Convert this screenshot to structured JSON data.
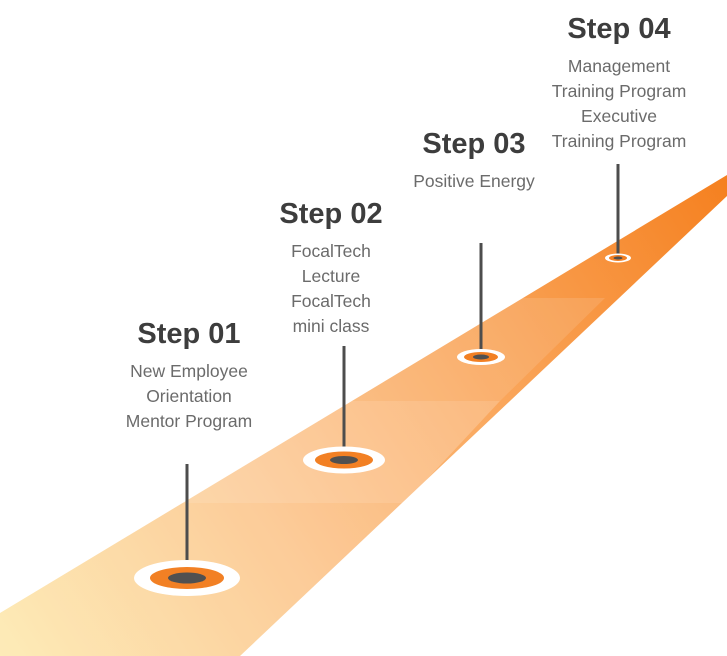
{
  "steps": [
    {
      "title": "Step 01",
      "lines": [
        "New Employee",
        "Orientation",
        "Mentor Program"
      ]
    },
    {
      "title": "Step 02",
      "lines": [
        "FocalTech",
        "Lecture",
        "FocalTech",
        "mini class"
      ]
    },
    {
      "title": "Step 03",
      "lines": [
        "Positive Energy"
      ]
    },
    {
      "title": "Step 04",
      "lines": [
        "Management",
        "Training Program",
        "Executive",
        "Training Program"
      ]
    }
  ],
  "colors": {
    "road_light": "#fde7a8",
    "road_mid": "#fbb673",
    "road_dark": "#f58a2a",
    "marker_orange": "#f28024",
    "marker_center": "#505050",
    "pole": "#4d4d4d",
    "title_text": "#3d3d3d",
    "body_text": "#6b6b6b"
  }
}
